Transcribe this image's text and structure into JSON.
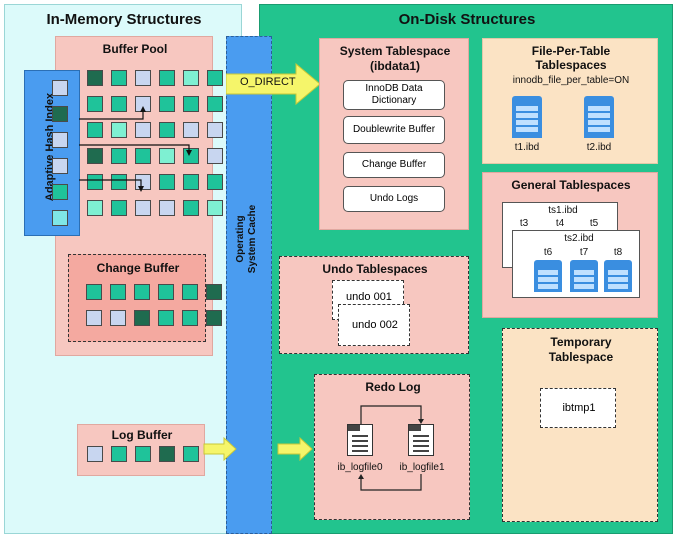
{
  "in_memory": {
    "title": "In-Memory Structures",
    "buffer_pool": "Buffer Pool",
    "adaptive_hash_index": "Adaptive Hash Index",
    "change_buffer": "Change Buffer",
    "log_buffer": "Log Buffer"
  },
  "os_cache": {
    "label_line1": "Operating",
    "label_line2": "System Cache"
  },
  "o_direct": "O_DIRECT",
  "on_disk": {
    "title": "On-Disk Structures",
    "system_tablespace": {
      "title_line1": "System Tablespace",
      "title_line2": "(ibdata1)",
      "items": [
        "InnoDB Data Dictionary",
        "Doublewrite Buffer",
        "Change Buffer",
        "Undo Logs"
      ]
    },
    "file_per_table": {
      "title_line1": "File-Per-Table",
      "title_line2": "Tablespaces",
      "setting": "innodb_file_per_table=ON",
      "files": [
        "t1.ibd",
        "t2.ibd"
      ]
    },
    "general": {
      "title": "General Tablespaces",
      "ts1": "ts1.ibd",
      "ts1_tables": [
        "t3",
        "t4",
        "t5"
      ],
      "ts2": "ts2.ibd",
      "ts2_tables": [
        "t6",
        "t7",
        "t8"
      ]
    },
    "undo": {
      "title": "Undo Tablespaces",
      "files": [
        "undo 001",
        "undo 002"
      ]
    },
    "temporary": {
      "title_line1": "Temporary",
      "title_line2": "Tablespace",
      "file": "ibtmp1"
    },
    "redo": {
      "title": "Redo Log",
      "files": [
        "ib_logfile0",
        "ib_logfile1"
      ]
    }
  },
  "colors": {
    "memory_bg": "#dcfafa",
    "disk_bg": "#22c48e",
    "pink": "#f7c7c0",
    "peach": "#fbe3c4",
    "os_cache_blue": "#4a9cf0"
  }
}
